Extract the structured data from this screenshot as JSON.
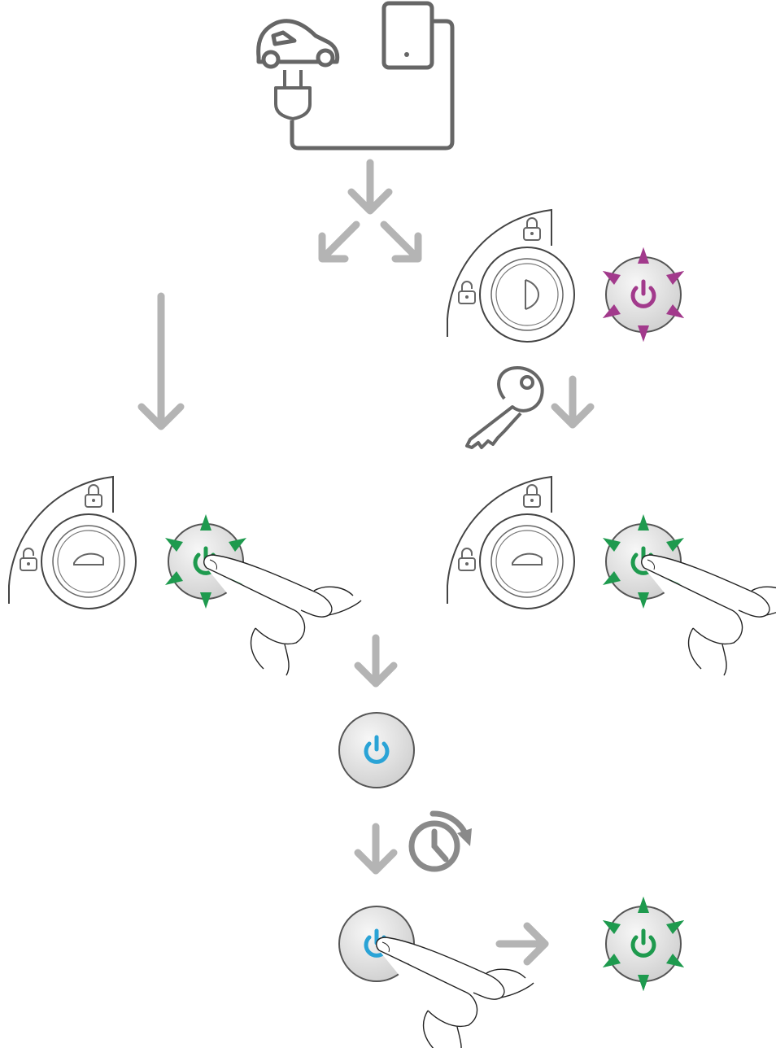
{
  "colors": {
    "arrow": "#b4b4b4",
    "outline": "#666666",
    "button_fill": "#e6e6e6",
    "green": "#1e9a4e",
    "magenta": "#a23a8c",
    "blue": "#2aa3d6"
  },
  "states": {
    "start_indicator": "magenta-flashing",
    "ready_indicator": "green-flashing",
    "charging_indicator": "blue-steady",
    "final_indicator": "green-flashing"
  },
  "icons": [
    "car-icon",
    "charger-icon",
    "plug-icon",
    "key-icon",
    "timer-icon",
    "finger-press-icon",
    "lock-icon",
    "unlock-icon",
    "power-icon"
  ]
}
